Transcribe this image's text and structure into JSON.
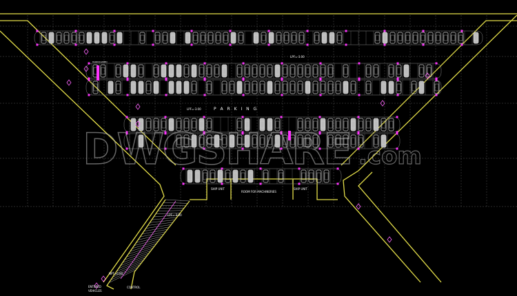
{
  "drawing": {
    "parking_label": "P A R K I N G",
    "level_labels": [
      "LPF=-3.00",
      "LPF=-3.00",
      "LPF=-3.00"
    ],
    "entrance_level": "NPT=0.00",
    "room_machinery": "ROOM FOR MACHINERIES",
    "ship_unit_left": "SHIP UNIT",
    "ship_unit_right": "SHIP UNIT",
    "entered_vehicles": [
      "ENTERED",
      "VEHICLES"
    ],
    "control": "CONTROL",
    "disabled_label": "HANDICAPPED"
  },
  "watermark": {
    "main": "DWGSHARE",
    "suffix": ".com"
  },
  "colors": {
    "background": "#000000",
    "wall": "#e6e04a",
    "column": "#ff33ff",
    "car": "#d8d8d8",
    "grid": "#6a6a6a",
    "arrow": "#ff66ff"
  }
}
